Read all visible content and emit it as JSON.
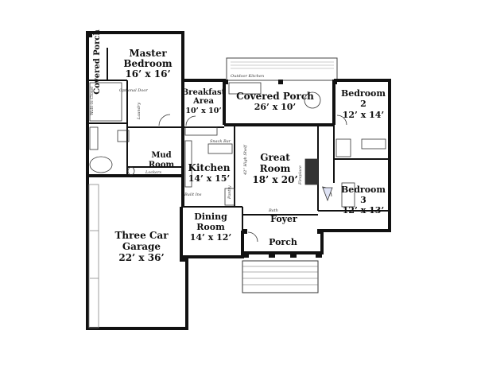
{
  "rooms": {
    "master_bedroom": {
      "name_line1": "Master",
      "name_line2": "Bedroom",
      "size": "16’ x 16’"
    },
    "covered_porch_left": {
      "name": "Covered Porch"
    },
    "breakfast": {
      "name_line1": "Breakfast",
      "name_line2": "Area",
      "size": "10’ x 10’"
    },
    "covered_porch_rear": {
      "name": "Covered Porch",
      "size": "26’ x 10’"
    },
    "bedroom2": {
      "name_line1": "Bedroom",
      "name_line2": "2",
      "size": "12’ x 14’"
    },
    "mud_room": {
      "name_line1": "Mud",
      "name_line2": "Room"
    },
    "kitchen": {
      "name": "Kitchen",
      "size": "14’ x 15’"
    },
    "great_room": {
      "name_line1": "Great",
      "name_line2": "Room",
      "size": "18’ x 20’"
    },
    "bedroom3": {
      "name_line1": "Bedroom",
      "name_line2": "3",
      "size": "12’ x 13’"
    },
    "dining": {
      "name_line1": "Dining",
      "name_line2": "Room",
      "size": "14’ x 12’"
    },
    "foyer": {
      "name": "Foyer"
    },
    "porch": {
      "name": "Porch"
    },
    "garage": {
      "name_line1": "Three Car",
      "name_line2": "Garage",
      "size": "22’ x 36’"
    }
  },
  "annotations": {
    "outdoor_kitchen": "Outdoor Kitchen",
    "optional_door": "Optional Door",
    "walk_in_closet": "Walk-in Closet",
    "laundry": "Laundry",
    "pantry": "Pantry",
    "fireplace": "Fireplace",
    "high_shelf": "42” High Shelf",
    "snack_bar": "Snack Bar",
    "lockers": "Lockers",
    "bath": "Bath",
    "built_ins": "Built Ins"
  }
}
